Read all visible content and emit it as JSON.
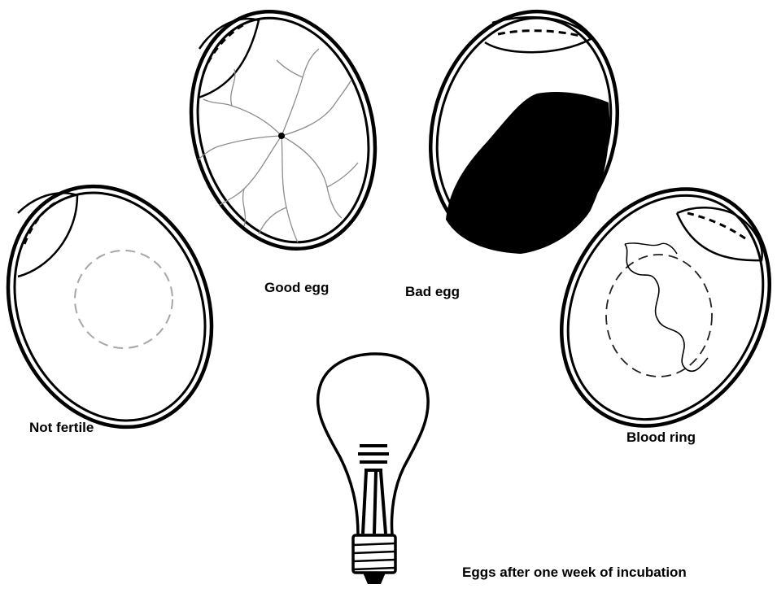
{
  "labels": {
    "not_fertile": "Not fertile",
    "good_egg": "Good egg",
    "bad_egg": "Bad egg",
    "blood_ring": "Blood ring",
    "caption": "Eggs after one week of incubation"
  },
  "eggs": [
    {
      "label": "Not fertile",
      "contents": "faint dashed circle",
      "air_cell": "top-left"
    },
    {
      "label": "Good egg",
      "contents": "embryo with spreading blood vessels",
      "air_cell": "top-left"
    },
    {
      "label": "Bad egg",
      "contents": "dark solid mass",
      "air_cell": "top"
    },
    {
      "label": "Blood ring",
      "contents": "dashed ring with jagged vessel",
      "air_cell": "top-right"
    }
  ],
  "light_source": "light-bulb",
  "colors": {
    "ink": "#000000",
    "faint": "#9a9a9a",
    "background": "#ffffff"
  }
}
